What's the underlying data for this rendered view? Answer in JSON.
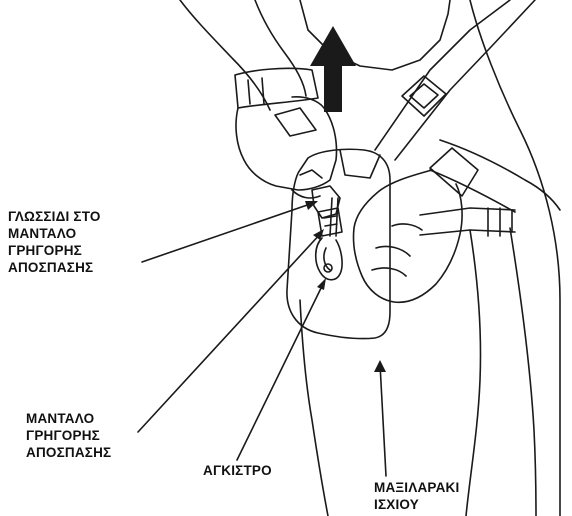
{
  "labels": {
    "quick_release_tab": [
      "ΓΛΩΣΣΙΔΙ ΣΤΟ",
      "ΜΑΝΤΑΛΟ",
      "ΓΡΗΓΟΡΗΣ",
      "ΑΠΟΣΠΑΣΗΣ"
    ],
    "quick_release_buckle": [
      "ΜΑΝΤΑΛΟ",
      "ΓΡΗΓΟΡΗΣ",
      "ΑΠΟΣΠΑΣΗΣ"
    ],
    "hook": [
      "ΑΓΚΙΣΤΡΟ"
    ],
    "hip_pad": [
      "ΜΑΞΙΛΑΡΑΚΙ",
      "ΙΣΧΙΟΥ"
    ]
  },
  "colors": {
    "line": "#1a1a1a",
    "fill": "#ffffff"
  }
}
